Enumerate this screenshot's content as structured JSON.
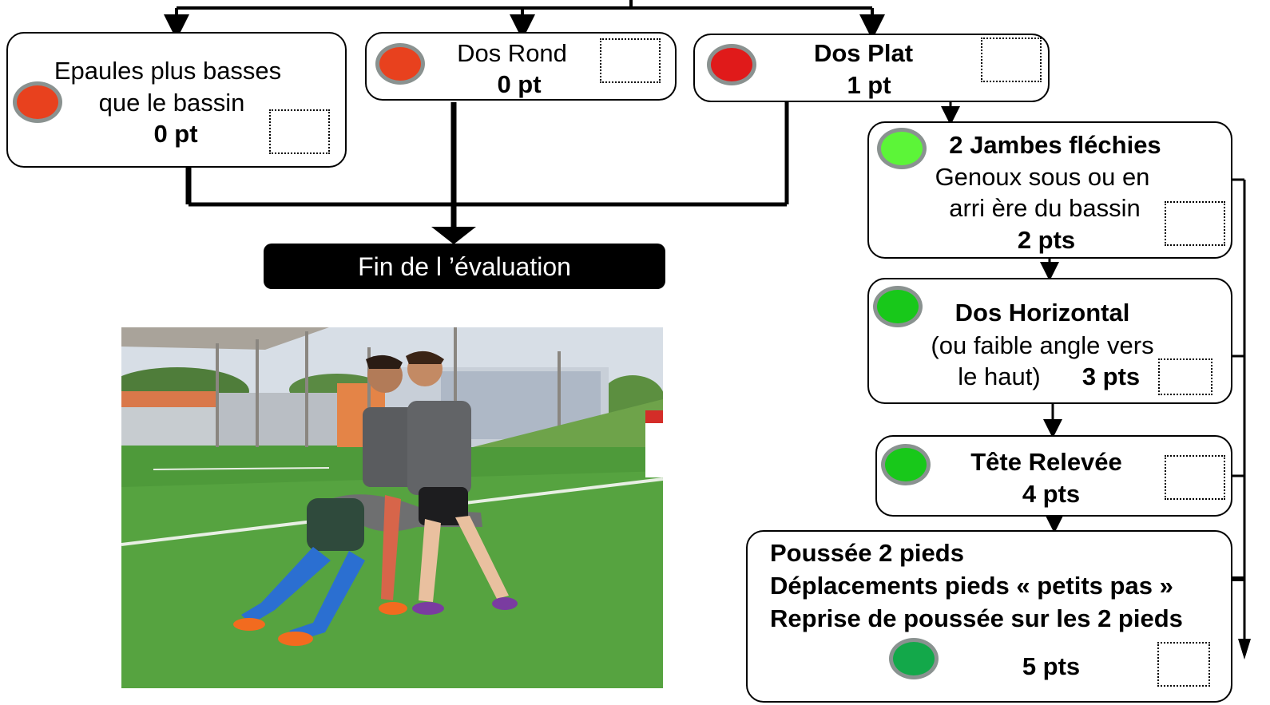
{
  "colors": {
    "red_dot": "#e8411e",
    "bright_red_dot": "#e01a1a",
    "lime_dot": "#5cf538",
    "green_dot": "#18c81a",
    "teal_green_dot": "#13a84a",
    "dot_border": "#8a9290",
    "end_bar": "#000000",
    "end_text": "#ffffff"
  },
  "boxes": {
    "epaules": {
      "line1": "Epaules plus basses",
      "line2": "que le bassin",
      "points": "0 pt",
      "dot": "red-dot"
    },
    "dos_rond": {
      "title": "Dos Rond",
      "points": "0 pt",
      "dot": "red-dot"
    },
    "dos_plat": {
      "title": "Dos Plat",
      "points": "1 pt",
      "dot": "red-dot"
    },
    "jambes": {
      "title": "2 Jambes fléchies",
      "line2": "Genoux sous ou en",
      "line3": "arri ère du bassin",
      "points": "2 pts",
      "dot": "green-dot"
    },
    "dos_horizontal": {
      "title": "Dos Horizontal",
      "line2": "(ou faible angle vers",
      "line3": "le haut)",
      "points": "3 pts",
      "dot": "green-dot"
    },
    "tete": {
      "title": "Tête Relevée",
      "points": "4 pts",
      "dot": "green-dot"
    },
    "poussee": {
      "line1": "Poussée 2 pieds",
      "line2": "Déplacements pieds « petits pas »",
      "line3": "Reprise de poussée sur les 2 pieds",
      "points": "5 pts",
      "dot": "green-dot"
    }
  },
  "end": {
    "label": "Fin de l ’évaluation"
  },
  "photo": {
    "description_icon": "rugby-training-photo"
  }
}
